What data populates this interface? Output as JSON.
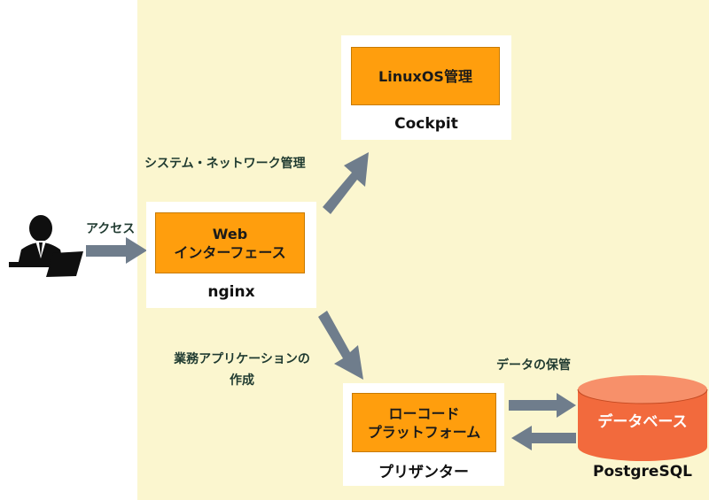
{
  "nodes": {
    "cockpit": {
      "box": "LinuxOS管理",
      "caption": "Cockpit"
    },
    "nginx": {
      "box_line1": "Web",
      "box_line2": "インターフェース",
      "caption": "nginx"
    },
    "pleasanter": {
      "box_line1": "ローコード",
      "box_line2": "プラットフォーム",
      "caption": "プリザンター"
    },
    "database": {
      "label": "データベース",
      "caption": "PostgreSQL"
    }
  },
  "edges": {
    "access": "アクセス",
    "system_mgmt": "システム・ネットワーク管理",
    "app_create_line1": "業務アプリケーションの",
    "app_create_line2": "作成",
    "data_store": "データの保管"
  },
  "colors": {
    "panel": "#fbf6cf",
    "box": "#ff9e0d",
    "arrow": "#6f7d8c",
    "database": "#f26a3d"
  },
  "icons": {
    "user": "person-with-laptop-icon"
  }
}
